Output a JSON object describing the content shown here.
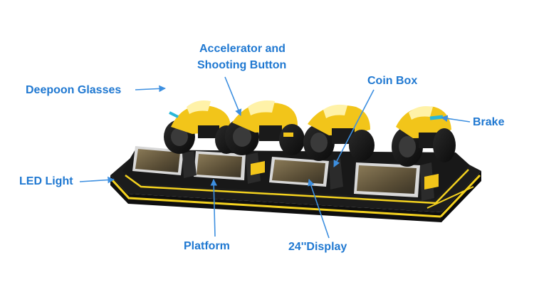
{
  "labels": {
    "accelerator_line1": "Accelerator and",
    "accelerator_line2": "Shooting Button",
    "deepoon_glasses": "Deepoon Glasses",
    "coin_box": "Coin Box",
    "brake": "Brake",
    "led_light": "LED Light",
    "platform": "Platform",
    "display": "24''Display"
  },
  "colors": {
    "label_text": "#1f78d1",
    "leader_line": "#3d8fe0",
    "platform_body": "#141414",
    "led_strip": "#f4d21f",
    "bike_yellow": "#f2c51a",
    "screen_frame": "#d8d8d8",
    "screen_content": "#7a6a4a",
    "accent_cyan": "#29b7d8"
  }
}
